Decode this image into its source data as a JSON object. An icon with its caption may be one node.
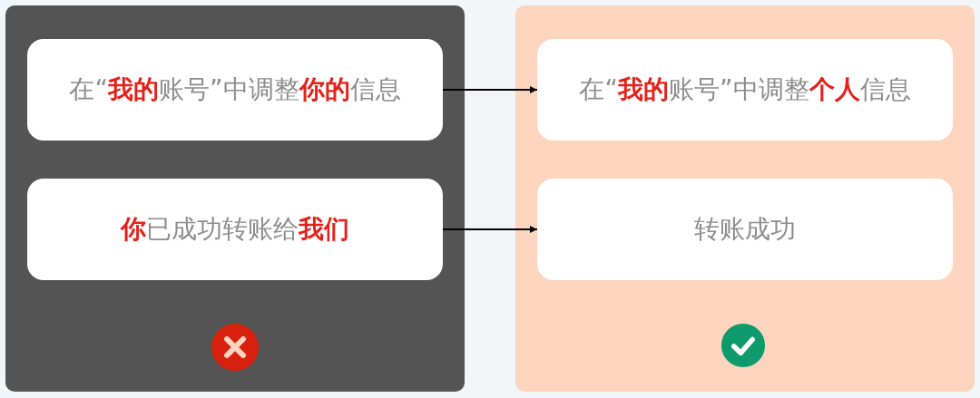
{
  "diagram": {
    "nodes": [
      {
        "text": [],
        "shape": "box"
      },
      {
        "text": [
          "在“**我的**账号”中调整**你的**信息"
        ],
        "in": 0
      },
      {
        "text": [
          "**你**已成功转账给**我们**"
        ],
        "in": 0
      },
      {
        "text": [],
        "shape": "box"
      },
      {
        "text": [
          "在“**我的**账号”中调整**个人**信息"
        ],
        "in": 3
      },
      {
        "text": [
          "转账成功"
        ],
        "in": 3
      }
    ],
    "edges": [
      {
        "from": 1,
        "to": 4,
        "arrow": "to"
      },
      {
        "from": 2,
        "to": 5,
        "arrow": "to"
      }
    ]
  }
}
